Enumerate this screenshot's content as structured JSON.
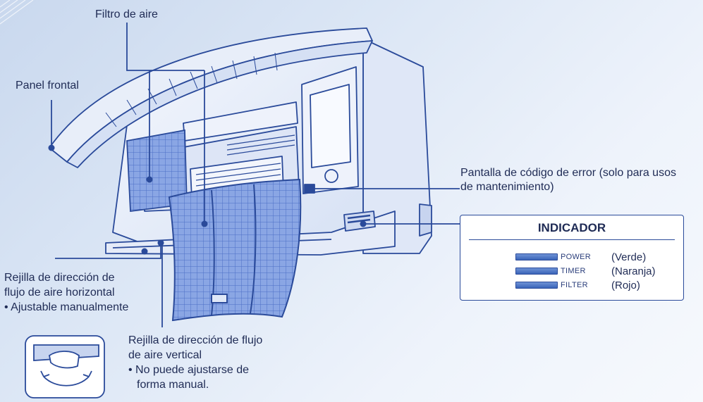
{
  "labels": {
    "air_filter": "Filtro de aire",
    "front_panel": "Panel frontal",
    "error_code": [
      "Pantalla de código de error (solo para usos",
      "de mantenimiento)"
    ],
    "horizontal_louver": [
      "Rejilla de dirección de",
      "flujo de aire horizontal",
      "• Ajustable manualmente"
    ],
    "vertical_louver": [
      "Rejilla de dirección de flujo",
      "de aire vertical",
      "• No puede ajustarse de",
      "forma manual."
    ]
  },
  "indicator": {
    "title": "INDICADOR",
    "rows": [
      {
        "name": "POWER",
        "color": "(Verde)"
      },
      {
        "name": "TIMER",
        "color": "(Naranja)"
      },
      {
        "name": "FILTER",
        "color": "(Rojo)"
      }
    ]
  },
  "colors": {
    "line": "#2a4a9a",
    "text": "#1f2b55",
    "unit_fill": "#e9eefa",
    "filter_fill": "#7d9be0"
  }
}
